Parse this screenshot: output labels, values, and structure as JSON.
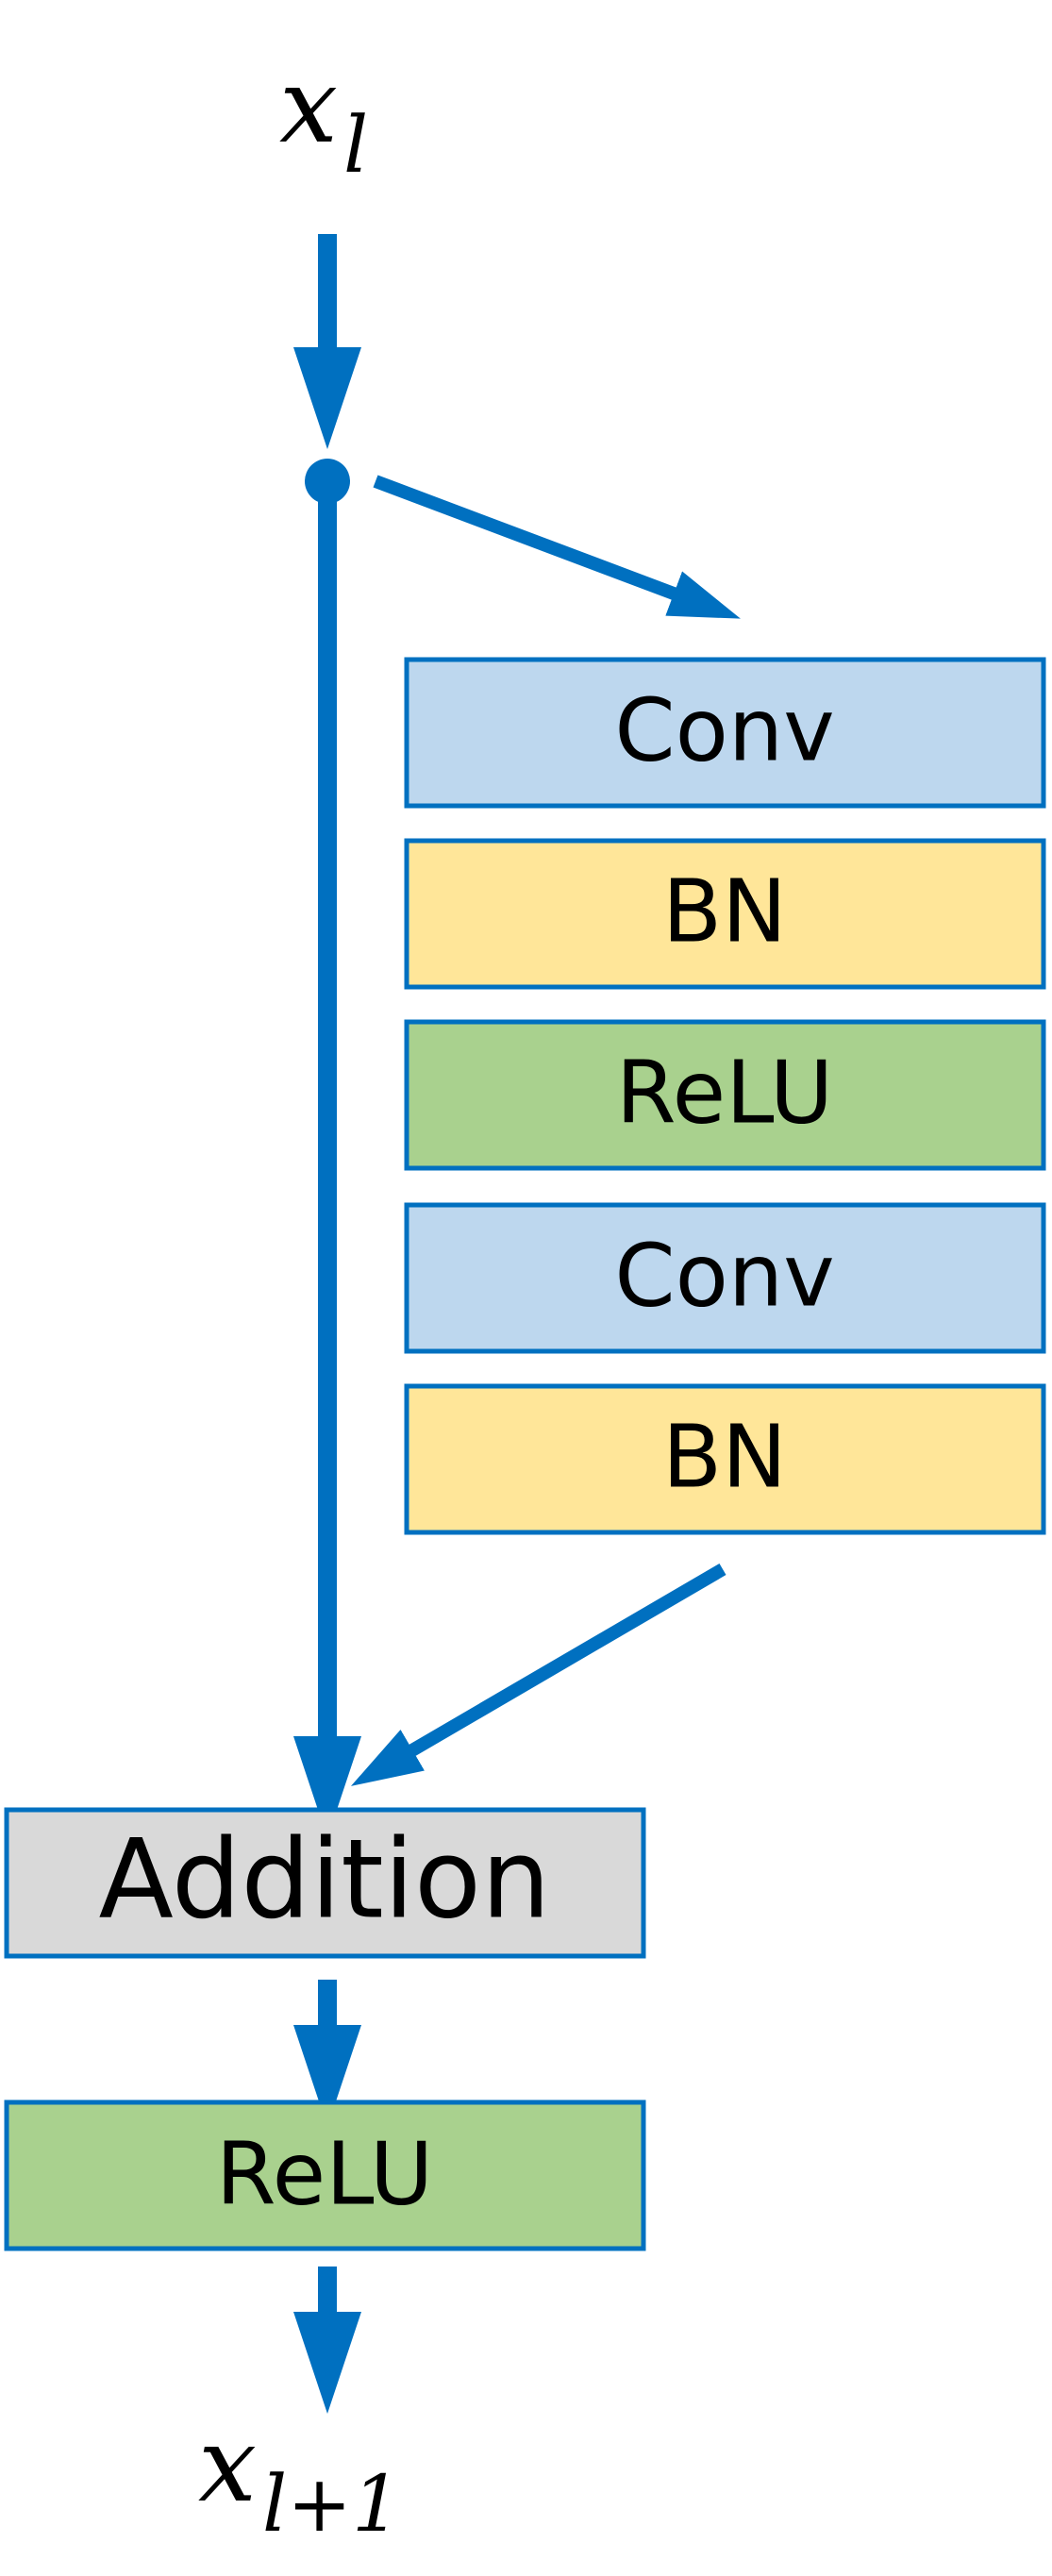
{
  "input_label": {
    "symbol": "x",
    "subscript": "l"
  },
  "output_label": {
    "symbol": "x",
    "subscript": "l+1"
  },
  "residual_branch": [
    {
      "label": "Conv",
      "color": "#BDD7EE"
    },
    {
      "label": "BN",
      "color": "#FFE699"
    },
    {
      "label": "ReLU",
      "color": "#A9D18E"
    },
    {
      "label": "Conv",
      "color": "#BDD7EE"
    },
    {
      "label": "BN",
      "color": "#FFE699"
    }
  ],
  "addition_block": {
    "label": "Addition",
    "color": "#D9D9D9"
  },
  "final_activation": {
    "label": "ReLU",
    "color": "#A9D18E"
  },
  "colors": {
    "arrow": "#0070C0",
    "block_border": "#0070C0"
  }
}
